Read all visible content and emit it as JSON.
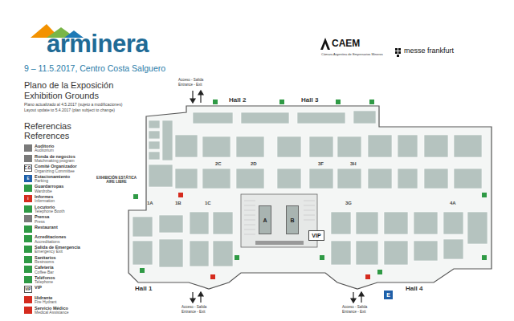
{
  "diagram": {
    "title": "Plano de la Exposición",
    "nodes": [
      {
        "text": [
          "A"
        ]
      },
      {
        "text": [
          "B"
        ]
      },
      {
        "text": [
          "VIP"
        ]
      }
    ],
    "labels": [
      "arminera",
      "9 – 11.5.2017, Centro Costa Salguero",
      "CAEM",
      "Cámara Argentina de Empresarios Mineros",
      "messe frankfurt",
      "Exhibition Grounds",
      "Plano actualizado al 4.5.2017 (sujeto a modificaciones)",
      "Layout update to 5.4.2017 (plan subject to change)",
      "Referencias",
      "References",
      "Auditorium",
      "Matchmaking program",
      "Organizing Committee",
      "Parking",
      "Wardrobe",
      "Information",
      "Telephone Booth",
      "Press",
      "Accreditations",
      "Emergency Exit",
      "Restrooms",
      "Coffee Bar",
      "Telephone",
      "Fire Hydrant",
      "Medical Assistance",
      "C.O.",
      "E",
      "i",
      "VIP",
      "Hall 1",
      "Hall 2",
      "Hall 3",
      "Hall 4",
      "Acceso - Salida",
      "Entrance - Exit",
      "Acceso - Salida",
      "Entrance - Exit",
      "Acceso - Salida",
      "Entrance - Exit",
      "EXHIBICIÓN ESTÁTICA AIRE LIBRE",
      "1A",
      "1B",
      "1C",
      "2C",
      "2D",
      "3F",
      "3H",
      "3G",
      "4A",
      "E"
    ],
    "legend": [
      {
        "text": "Auditorio",
        "color": "#7a7a7a"
      },
      {
        "text": "Ronda de negocios",
        "color": "#7a7a7a"
      },
      {
        "text": "Comité Organizador",
        "color": "#ffffff"
      },
      {
        "text": "Estacionamiento",
        "color": "#1f5fa8"
      },
      {
        "text": "Guardarropas",
        "color": "#2f9a45"
      },
      {
        "text": "Informes",
        "color": "#d52b1e"
      },
      {
        "text": "Locutorio",
        "color": "#2f9a45"
      },
      {
        "text": "Prensa",
        "color": "#7a7a7a"
      },
      {
        "text": "Restaurant",
        "color": "#2f9a45"
      },
      {
        "text": "Acreditaciones",
        "color": "#2f9a45"
      },
      {
        "text": "Salida de Emergencia",
        "color": "#2f9a45"
      },
      {
        "text": "Sanitarios",
        "color": "#2f9a45"
      },
      {
        "text": "Cafetería",
        "color": "#2f9a45"
      },
      {
        "text": "Teléfonos",
        "color": "#2f9a45"
      },
      {
        "text": "VIP",
        "color": "#ffffff"
      },
      {
        "text": "Hidrante",
        "color": "#d52b1e"
      },
      {
        "text": "Servicio Médico",
        "color": "#d52b1e"
      }
    ]
  }
}
